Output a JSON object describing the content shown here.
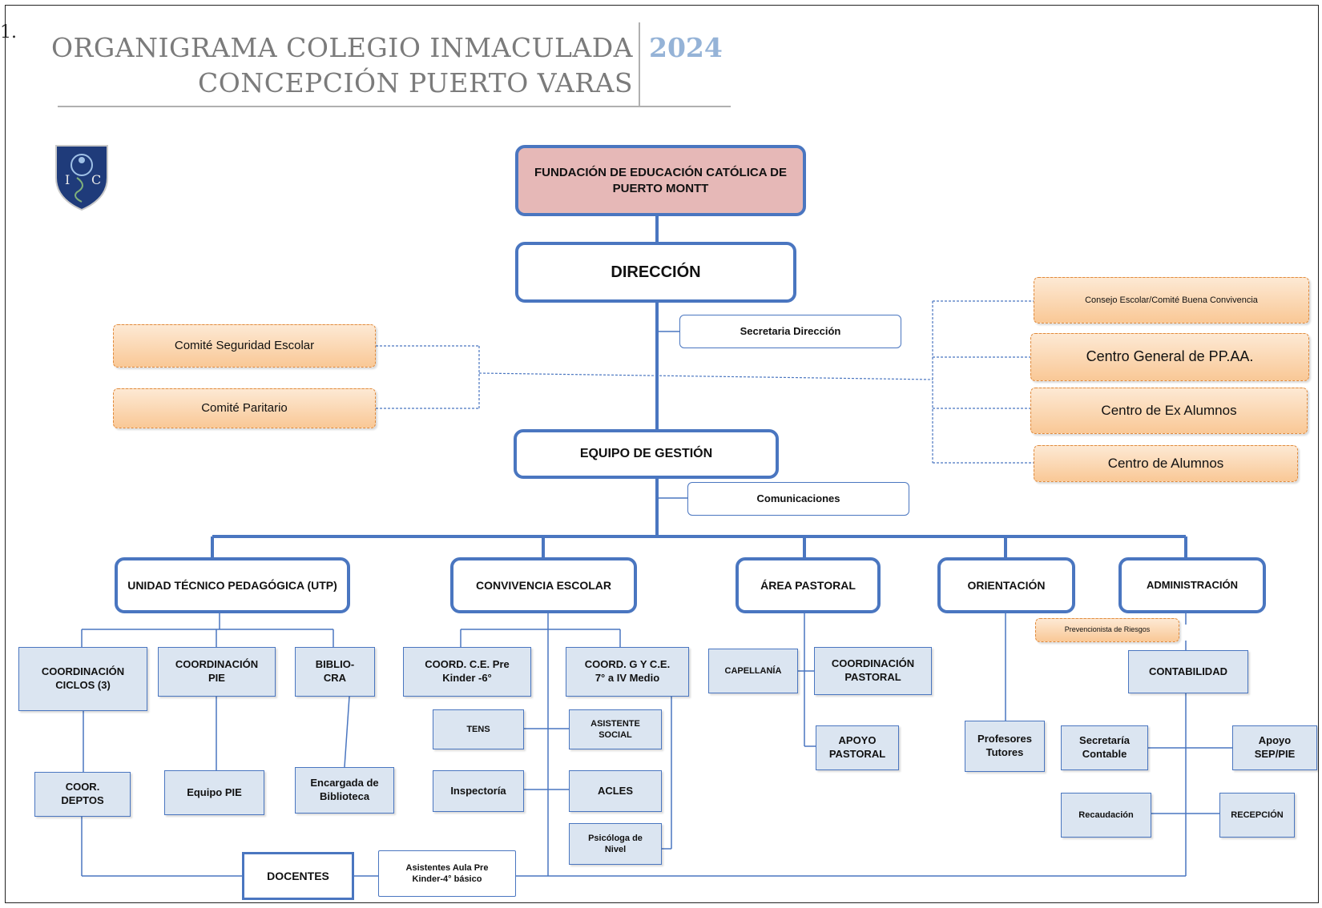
{
  "stray_text": "1.",
  "header": {
    "title_line1": "ORGANIGRAMA COLEGIO INMACULADA",
    "title_line2": "CONCEPCIÓN PUERTO VARAS",
    "year": "2024"
  },
  "logo": {
    "letters": "I C",
    "icon": "school-crest-icon"
  },
  "nodes": {
    "fundacion": "FUNDACIÓN DE EDUCACIÓN CATÓLICA DE PUERTO MONTT",
    "direccion": "DIRECCIÓN",
    "secretaria_direccion": "Secretaria Dirección",
    "comite_seguridad": "Comité Seguridad Escolar",
    "comite_paritario": "Comité Paritario",
    "consejo_escolar": "Consejo Escolar/Comité Buena Convivencia",
    "centro_ppaa": "Centro General de PP.AA.",
    "centro_ex_alumnos": "Centro de Ex Alumnos",
    "centro_alumnos": "Centro de Alumnos",
    "equipo_gestion": "EQUIPO DE GESTIÓN",
    "comunicaciones": "Comunicaciones",
    "utp": "UNIDAD TÉCNICO PEDAGÓGICA (UTP)",
    "convivencia": "CONVIVENCIA ESCOLAR",
    "pastoral": "ÁREA PASTORAL",
    "orientacion": "ORIENTACIÓN",
    "administracion": "ADMINISTRACIÓN",
    "coord_ciclos": "COORDINACIÓN CICLOS (3)",
    "coord_pie": "COORDINACIÓN PIE",
    "biblio_cra": "BIBLIO- CRA",
    "coor_deptos": "COOR. DEPTOS",
    "equipo_pie": "Equipo PIE",
    "encargada_biblioteca": "Encargada de Biblioteca",
    "coord_ce_prekinder": "COORD. C.E. Pre Kinder -6°",
    "coord_gyce": "COORD. G Y C.E. 7° a IV Medio",
    "tens": "TENS",
    "asistente_social": "ASISTENTE SOCIAL",
    "inspectoria": "Inspectoría",
    "acles": "ACLES",
    "psicologa": "Psicóloga de Nivel",
    "capellania": "CAPELLANÍA",
    "coord_pastoral": "COORDINACIÓN PASTORAL",
    "apoyo_pastoral": "APOYO PASTORAL",
    "profesores_tutores": "Profesores Tutores",
    "prevencionista": "Prevencionista de Riesgos",
    "contabilidad": "CONTABILIDAD",
    "secretaria_contable": "Secretaría Contable",
    "apoyo_sep": "Apoyo SEP/PIE",
    "recaudacion": "Recaudación",
    "recepcion": "RECEPCIÓN",
    "docentes": "DOCENTES",
    "asistentes_aula": "Asistentes Aula Pre Kinder-4° básico"
  },
  "colors": {
    "line": "#4a76c0",
    "sub_fill": "#dbe5f1",
    "foundation_fill": "#e6b8b7",
    "orange_fill": "#f9c896",
    "title_gray": "#7b7b7b",
    "year_blue": "#95b3d7"
  }
}
